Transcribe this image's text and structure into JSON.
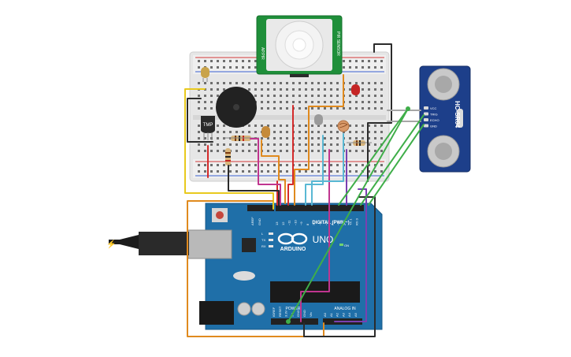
{
  "pir": {
    "label_left": "AP.PIR",
    "label_right": "PIR SENSOR"
  },
  "temp": {
    "label": "TMP"
  },
  "ultrasonic": {
    "model": "HC-SR04",
    "pins": [
      "VCC",
      "TRIG",
      "ECHO",
      "GND"
    ]
  },
  "arduino": {
    "brand": "ARDUINO",
    "model": "UNO",
    "digital_label": "DIGITAL (PWM~)",
    "analog_label": "ANALOG IN",
    "power_label": "POWER",
    "aref": "AREF",
    "gnd": "GND",
    "digital_pins": [
      "13",
      "12",
      "~11",
      "~10",
      "~9",
      "8",
      "7",
      "~6",
      "~5",
      "4",
      "~3",
      "2",
      "TX 1",
      "RX 0"
    ],
    "power_pins": [
      "IOREF",
      "RESET",
      "3.3V",
      "5V",
      "GND",
      "GND",
      "Vin"
    ],
    "analog_pins": [
      "A0",
      "A1",
      "A2",
      "A3",
      "A4",
      "A5"
    ],
    "leds": [
      "L",
      "TX",
      "RX"
    ],
    "on_label": "ON"
  },
  "colors": {
    "board_blue": "#1f6fa8",
    "breadboard": "#e9e9e9",
    "wire_orange": "#e08a1e",
    "wire_red": "#d42b2b",
    "wire_black": "#2b2b2b",
    "wire_green": "#3fae49",
    "wire_magenta": "#c0358f",
    "wire_cyan": "#59b8d4",
    "wire_purple": "#7a3fb0",
    "wire_yellow": "#e8c91e",
    "pir_green": "#1f8f3a"
  }
}
